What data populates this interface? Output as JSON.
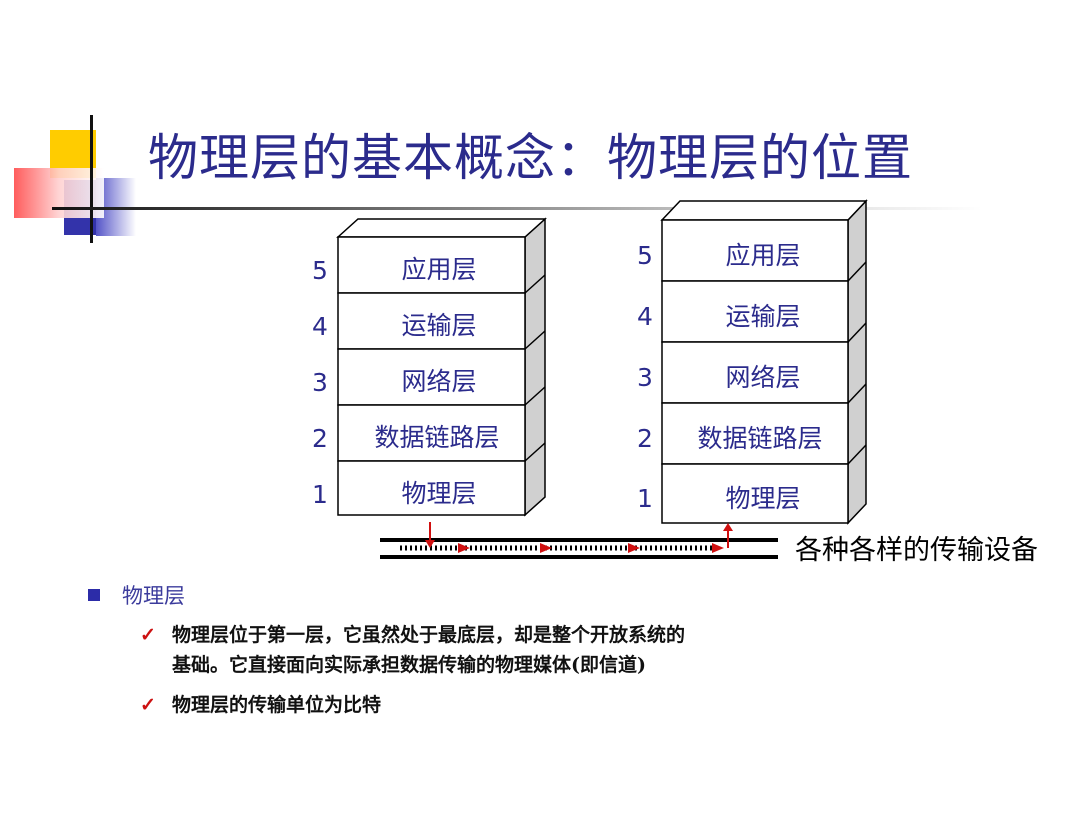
{
  "title": "物理层的基本概念：物理层的位置",
  "left_stack": {
    "layers": [
      {
        "num": "5",
        "name": "应用层"
      },
      {
        "num": "4",
        "name": "运输层"
      },
      {
        "num": "3",
        "name": "网络层"
      },
      {
        "num": "2",
        "name": "数据链路层"
      },
      {
        "num": "1",
        "name": "物理层"
      }
    ]
  },
  "right_stack": {
    "layers": [
      {
        "num": "5",
        "name": "应用层"
      },
      {
        "num": "4",
        "name": "运输层"
      },
      {
        "num": "3",
        "name": "网络层"
      },
      {
        "num": "2",
        "name": "数据链路层"
      },
      {
        "num": "1",
        "name": "物理层"
      }
    ]
  },
  "medium_label": "各种各样的传输设备",
  "bullets": {
    "main": "物理层",
    "items": [
      {
        "line1": "物理层位于第一层，它虽然处于最底层，却是整个开放系统的",
        "line2": "基础。它直接面向实际承担数据传输的物理媒体(即信道)"
      },
      {
        "line1": "物理层的传输单位为比特",
        "line2": ""
      }
    ]
  },
  "colors": {
    "title": "#2b2b8c",
    "layer_text": "#2b2b8c",
    "arrow": "#d01010",
    "check": "#cc1111"
  }
}
